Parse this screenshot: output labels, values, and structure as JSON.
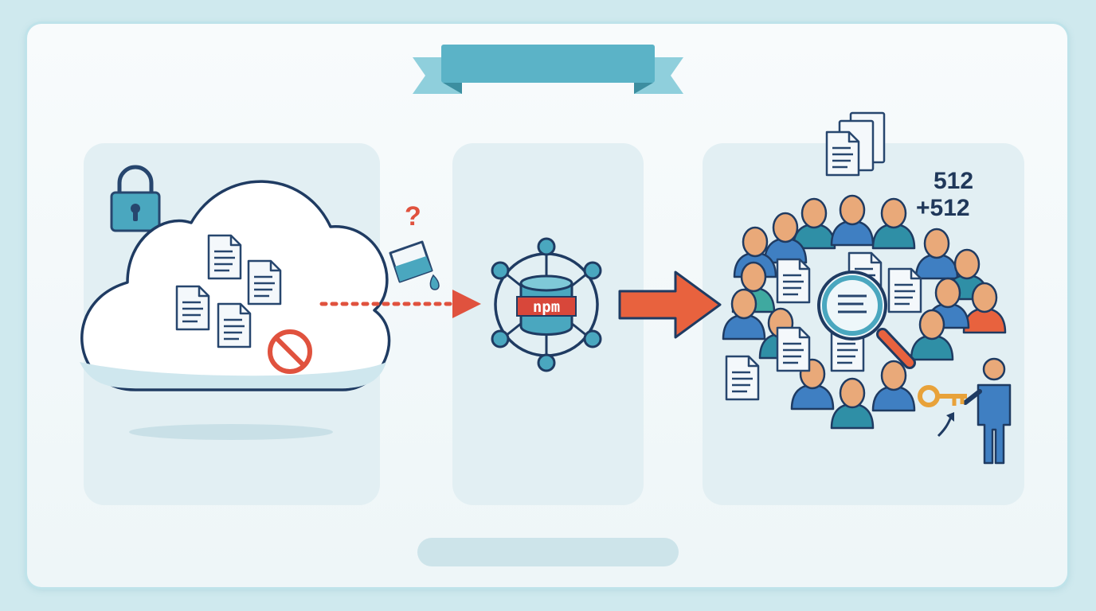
{
  "diagram": {
    "badge_text": "npm",
    "count_line_1": "512",
    "count_line_2": "+512",
    "question_mark": "?"
  }
}
